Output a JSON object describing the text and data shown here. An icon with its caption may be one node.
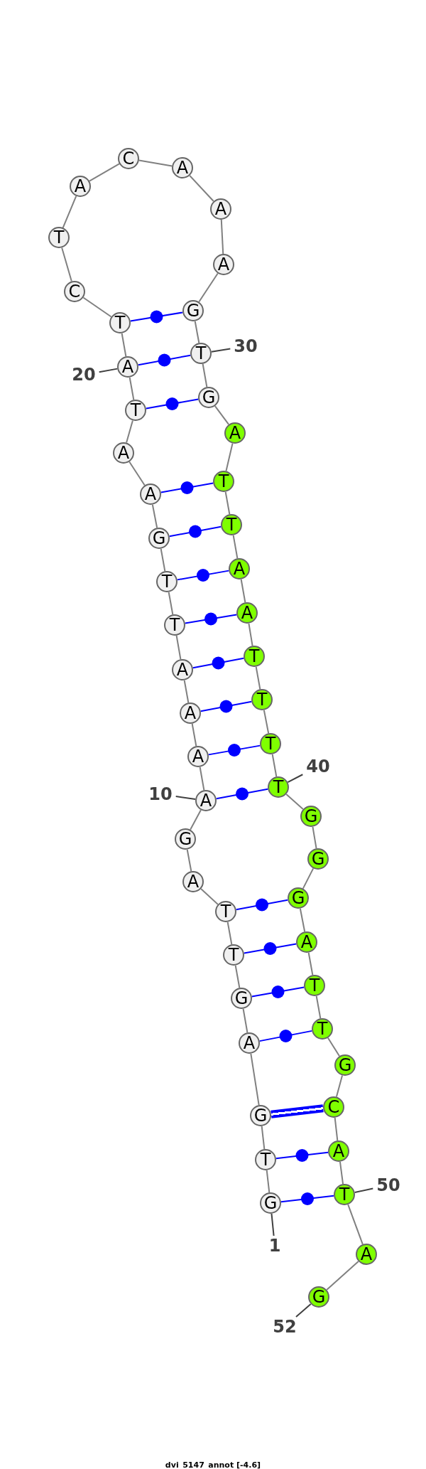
{
  "diagram": {
    "caption": "dvi_5147_annot [-4.6]",
    "nodes": [
      {
        "text": [
          "G"
        ]
      },
      {
        "text": [
          "T"
        ]
      },
      {
        "text": [
          "G"
        ]
      },
      {
        "text": [
          "A"
        ]
      },
      {
        "text": [
          "G"
        ]
      },
      {
        "text": [
          "T"
        ]
      },
      {
        "text": [
          "T"
        ]
      },
      {
        "text": [
          "A"
        ]
      },
      {
        "text": [
          "G"
        ]
      },
      {
        "text": [
          "A"
        ]
      },
      {
        "text": [
          "A"
        ]
      },
      {
        "text": [
          "A"
        ]
      },
      {
        "text": [
          "A"
        ]
      },
      {
        "text": [
          "T"
        ]
      },
      {
        "text": [
          "T"
        ]
      },
      {
        "text": [
          "G"
        ]
      },
      {
        "text": [
          "A"
        ]
      },
      {
        "text": [
          "A"
        ]
      },
      {
        "text": [
          "T"
        ]
      },
      {
        "text": [
          "A"
        ]
      },
      {
        "text": [
          "T"
        ]
      },
      {
        "text": [
          "C"
        ]
      },
      {
        "text": [
          "T"
        ]
      },
      {
        "text": [
          "A"
        ]
      },
      {
        "text": [
          "C"
        ]
      },
      {
        "text": [
          "A"
        ]
      },
      {
        "text": [
          "A"
        ]
      },
      {
        "text": [
          "A"
        ]
      },
      {
        "text": [
          "G"
        ]
      },
      {
        "text": [
          "T"
        ]
      },
      {
        "text": [
          "G"
        ]
      },
      {
        "text": [
          "A"
        ]
      },
      {
        "text": [
          "T"
        ]
      },
      {
        "text": [
          "T"
        ]
      },
      {
        "text": [
          "A"
        ]
      },
      {
        "text": [
          "A"
        ]
      },
      {
        "text": [
          "T"
        ]
      },
      {
        "text": [
          "T"
        ]
      },
      {
        "text": [
          "T"
        ]
      },
      {
        "text": [
          "T"
        ]
      },
      {
        "text": [
          "G"
        ]
      },
      {
        "text": [
          "G"
        ]
      },
      {
        "text": [
          "G"
        ]
      },
      {
        "text": [
          "A"
        ]
      },
      {
        "text": [
          "T"
        ]
      },
      {
        "text": [
          "T"
        ]
      },
      {
        "text": [
          "G"
        ]
      },
      {
        "text": [
          "C"
        ]
      },
      {
        "text": [
          "A"
        ]
      },
      {
        "text": [
          "T"
        ]
      },
      {
        "text": [
          "A"
        ]
      },
      {
        "text": [
          "G"
        ]
      },
      {
        "text": [
          "1"
        ]
      },
      {
        "text": [
          "10"
        ]
      },
      {
        "text": [
          "20"
        ]
      },
      {
        "text": [
          "30"
        ]
      },
      {
        "text": [
          "40"
        ]
      },
      {
        "text": [
          "50"
        ]
      },
      {
        "text": [
          "52"
        ]
      }
    ],
    "edges": [
      {
        "from": 0,
        "to": 1,
        "arrow": "none"
      },
      {
        "from": 1,
        "to": 2,
        "arrow": "none"
      },
      {
        "from": 2,
        "to": 3,
        "arrow": "none"
      },
      {
        "from": 3,
        "to": 4,
        "arrow": "none"
      },
      {
        "from": 4,
        "to": 5,
        "arrow": "none"
      },
      {
        "from": 5,
        "to": 6,
        "arrow": "none"
      },
      {
        "from": 6,
        "to": 7,
        "arrow": "none"
      },
      {
        "from": 7,
        "to": 8,
        "arrow": "none"
      },
      {
        "from": 8,
        "to": 9,
        "arrow": "none"
      },
      {
        "from": 9,
        "to": 10,
        "arrow": "none"
      },
      {
        "from": 10,
        "to": 11,
        "arrow": "none"
      },
      {
        "from": 11,
        "to": 12,
        "arrow": "none"
      },
      {
        "from": 12,
        "to": 13,
        "arrow": "none"
      },
      {
        "from": 13,
        "to": 14,
        "arrow": "none"
      },
      {
        "from": 14,
        "to": 15,
        "arrow": "none"
      },
      {
        "from": 15,
        "to": 16,
        "arrow": "none"
      },
      {
        "from": 16,
        "to": 17,
        "arrow": "none"
      },
      {
        "from": 17,
        "to": 18,
        "arrow": "none"
      },
      {
        "from": 18,
        "to": 19,
        "arrow": "none"
      },
      {
        "from": 19,
        "to": 20,
        "arrow": "none"
      },
      {
        "from": 20,
        "to": 21,
        "arrow": "none"
      },
      {
        "from": 21,
        "to": 22,
        "arrow": "none"
      },
      {
        "from": 22,
        "to": 23,
        "arrow": "none"
      },
      {
        "from": 23,
        "to": 24,
        "arrow": "none"
      },
      {
        "from": 24,
        "to": 25,
        "arrow": "none"
      },
      {
        "from": 25,
        "to": 26,
        "arrow": "none"
      },
      {
        "from": 26,
        "to": 27,
        "arrow": "none"
      },
      {
        "from": 27,
        "to": 28,
        "arrow": "none"
      },
      {
        "from": 28,
        "to": 29,
        "arrow": "none"
      },
      {
        "from": 29,
        "to": 30,
        "arrow": "none"
      },
      {
        "from": 30,
        "to": 31,
        "arrow": "none"
      },
      {
        "from": 31,
        "to": 32,
        "arrow": "none"
      },
      {
        "from": 32,
        "to": 33,
        "arrow": "none"
      },
      {
        "from": 33,
        "to": 34,
        "arrow": "none"
      },
      {
        "from": 34,
        "to": 35,
        "arrow": "none"
      },
      {
        "from": 35,
        "to": 36,
        "arrow": "none"
      },
      {
        "from": 36,
        "to": 37,
        "arrow": "none"
      },
      {
        "from": 37,
        "to": 38,
        "arrow": "none"
      },
      {
        "from": 38,
        "to": 39,
        "arrow": "none"
      },
      {
        "from": 39,
        "to": 40,
        "arrow": "none"
      },
      {
        "from": 40,
        "to": 41,
        "arrow": "none"
      },
      {
        "from": 41,
        "to": 42,
        "arrow": "none"
      },
      {
        "from": 42,
        "to": 43,
        "arrow": "none"
      },
      {
        "from": 43,
        "to": 44,
        "arrow": "none"
      },
      {
        "from": 44,
        "to": 45,
        "arrow": "none"
      },
      {
        "from": 45,
        "to": 46,
        "arrow": "none"
      },
      {
        "from": 46,
        "to": 47,
        "arrow": "none"
      },
      {
        "from": 47,
        "to": 48,
        "arrow": "none"
      },
      {
        "from": 48,
        "to": 49,
        "arrow": "none"
      },
      {
        "from": 49,
        "to": 50,
        "arrow": "none"
      },
      {
        "from": 50,
        "to": 51,
        "arrow": "none"
      },
      {
        "from": 0,
        "to": 49,
        "arrow": "none",
        "color": "#0000ff"
      },
      {
        "from": 1,
        "to": 48,
        "arrow": "none",
        "color": "#0000ff"
      },
      {
        "from": 2,
        "to": 47,
        "arrow": "none",
        "style": "thick",
        "color": "#0000ff"
      },
      {
        "from": 3,
        "to": 45,
        "arrow": "none",
        "color": "#0000ff"
      },
      {
        "from": 4,
        "to": 44,
        "arrow": "none",
        "color": "#0000ff"
      },
      {
        "from": 5,
        "to": 43,
        "arrow": "none",
        "color": "#0000ff"
      },
      {
        "from": 6,
        "to": 42,
        "arrow": "none",
        "color": "#0000ff"
      },
      {
        "from": 9,
        "to": 39,
        "arrow": "none",
        "color": "#0000ff"
      },
      {
        "from": 10,
        "to": 38,
        "arrow": "none",
        "color": "#0000ff"
      },
      {
        "from": 11,
        "to": 37,
        "arrow": "none",
        "color": "#0000ff"
      },
      {
        "from": 12,
        "to": 36,
        "arrow": "none",
        "color": "#0000ff"
      },
      {
        "from": 13,
        "to": 35,
        "arrow": "none",
        "color": "#0000ff"
      },
      {
        "from": 14,
        "to": 34,
        "arrow": "none",
        "color": "#0000ff"
      },
      {
        "from": 15,
        "to": 33,
        "arrow": "none",
        "color": "#0000ff"
      },
      {
        "from": 16,
        "to": 32,
        "arrow": "none",
        "color": "#0000ff"
      },
      {
        "from": 18,
        "to": 30,
        "arrow": "none",
        "color": "#0000ff"
      },
      {
        "from": 19,
        "to": 29,
        "arrow": "none",
        "color": "#0000ff"
      },
      {
        "from": 20,
        "to": 28,
        "arrow": "none",
        "color": "#0000ff"
      },
      {
        "from": 52,
        "to": 0,
        "arrow": "none",
        "color": "#404040"
      },
      {
        "from": 53,
        "to": 9,
        "arrow": "none",
        "color": "#404040"
      },
      {
        "from": 54,
        "to": 19,
        "arrow": "none",
        "color": "#404040"
      },
      {
        "from": 55,
        "to": 29,
        "arrow": "none",
        "color": "#404040"
      },
      {
        "from": 56,
        "to": 39,
        "arrow": "none",
        "color": "#404040"
      },
      {
        "from": 57,
        "to": 49,
        "arrow": "none",
        "color": "#404040"
      },
      {
        "from": 58,
        "to": 51,
        "arrow": "none",
        "color": "#404040"
      }
    ]
  }
}
